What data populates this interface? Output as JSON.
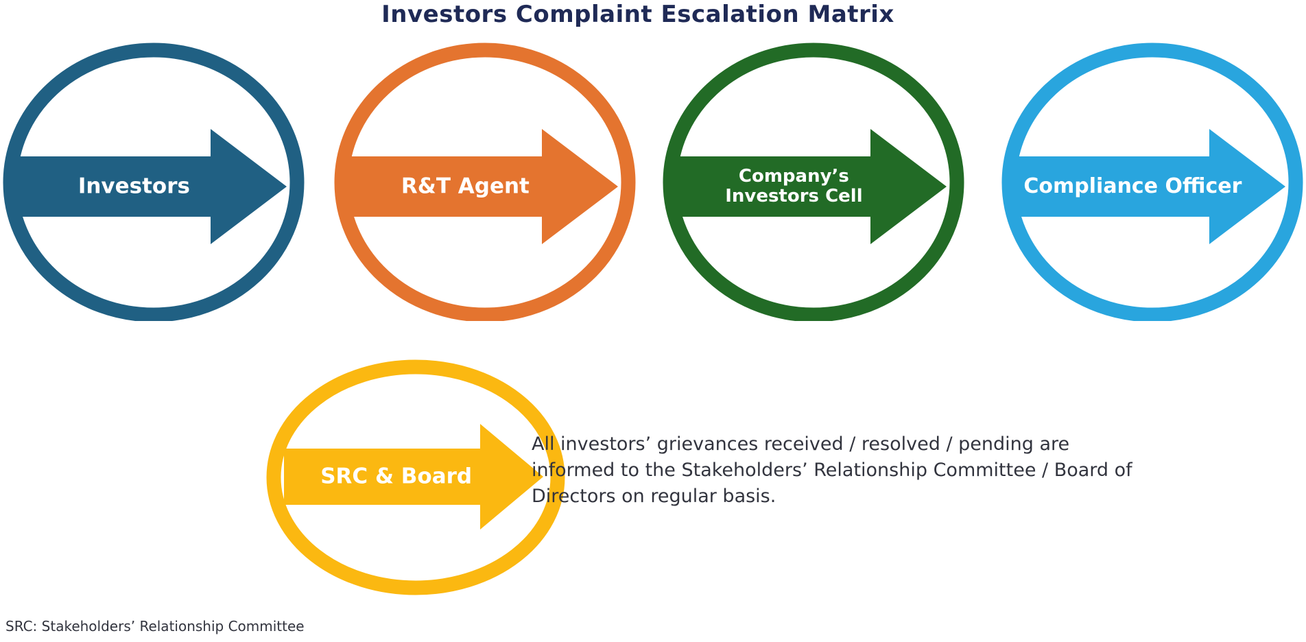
{
  "title": "Investors Complaint Escalation Matrix",
  "colors": {
    "title_text": "#1F2A56",
    "body_text": "#32343E",
    "step_teal": "#206083",
    "step_orange": "#E4742F",
    "step_green": "#226B26",
    "step_blue": "#29A5DE",
    "step_yellow": "#FBB811"
  },
  "steps": [
    {
      "id": "investors",
      "label": "Investors",
      "color": "#206083"
    },
    {
      "id": "rt-agent",
      "label": "R&T Agent",
      "color": "#E4742F"
    },
    {
      "id": "company-investors-cell",
      "label_lines": [
        "Company’s",
        "Investors Cell"
      ],
      "color": "#226B26"
    },
    {
      "id": "compliance-officer",
      "label": "Compliance Officer",
      "color": "#29A5DE"
    },
    {
      "id": "src-board",
      "label": "SRC & Board",
      "color": "#FBB811"
    }
  ],
  "note_lines": [
    "All investors’ grievances received / resolved / pending are",
    "informed to the Stakeholders’ Relationship Committee / Board of",
    "Directors on regular basis."
  ],
  "footnote": "SRC: Stakeholders’ Relationship Committee"
}
